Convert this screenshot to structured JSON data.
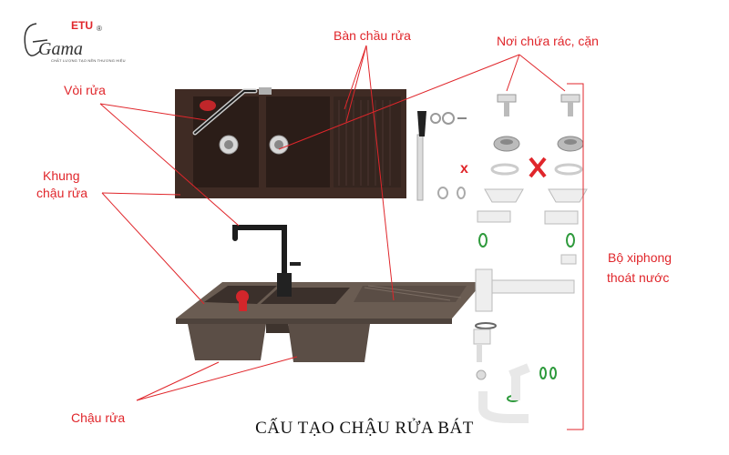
{
  "brand": {
    "logo_text": "Gama",
    "logo_mark": "ETU",
    "registered": "®",
    "tagline": "CHẤT LƯỢNG TẠO NÊN THƯƠNG HIỆU"
  },
  "labels": {
    "ban_chau_rua": "Bàn chầu rửa",
    "noi_chua_rac": "Nơi chứa rác, cặn",
    "voi_rua": "Vòi rửa",
    "khung_line1": "Khung",
    "khung_line2": "chậu rửa",
    "chau_rua": "Chậu rửa",
    "xiphong_line1": "Bộ xiphong",
    "xiphong_line2": "thoát nước"
  },
  "title": "CẤU TẠO CHẬU RỬA BÁT",
  "marks": {
    "cross_small": "x"
  },
  "colors": {
    "accent": "#e0262b",
    "sink_top": "#3f2b24",
    "sink_body": "#6a5c52",
    "ring_green": "#2e9a3c",
    "plastic": "#e8e8e8"
  }
}
